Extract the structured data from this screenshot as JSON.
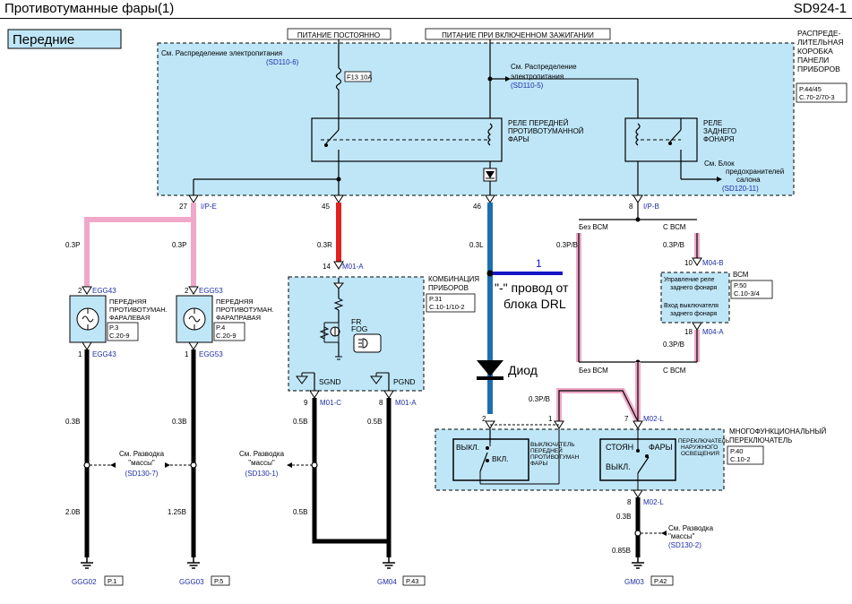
{
  "header": {
    "title": "Противотуманные фары(1)",
    "code": "SD924-1"
  },
  "section_label": "Передние",
  "top_labels": {
    "constant_power": "ПИТАНИЕ ПОСТОЯННО",
    "ignition_power": "ПИТАНИЕ ПРИ ВКЛЮЧЕННОМ ЗАЖИГАНИИ"
  },
  "ip_box": {
    "l1": "РАСПРЕДЕ-",
    "l2": "ЛИТЕЛЬНАЯ",
    "l3": "КОРОБКА",
    "l4": "ПАНЕЛИ",
    "l5": "ПРИБОРОВ",
    "ref1": "P.44/45",
    "ref2": "С.70-2/70-3",
    "see_power_a": "См. Распределение электропитания",
    "see_power_a_code": "(SD110-6)",
    "see_power_b1": "См. Распределение",
    "see_power_b2": "электропитания",
    "see_power_b_code": "(SD110-5)",
    "fuse": "F13 10A",
    "front_relay_1": "РЕЛЕ ПЕРЕДНЕЙ",
    "front_relay_2": "ПРОТИВОТУМАННОЙ",
    "front_relay_3": "ФАРЫ",
    "rear_relay_1": "РЕЛЕ",
    "rear_relay_2": "ЗАДНЕГО",
    "rear_relay_3": "ФОНАРЯ",
    "fuse_block_1": "См. Блок",
    "fuse_block_2": "предохранителей",
    "fuse_block_3": "салона",
    "fuse_block_code": "(SD120-11)"
  },
  "pins": {
    "p27": "27",
    "ipe": "I/P-E",
    "p45": "45",
    "p46": "46",
    "p8": "8",
    "ipb": "I/P-B",
    "p14": "14",
    "m01a": "M01-A",
    "p9": "9",
    "m01c": "M01-C",
    "p8b": "8",
    "m01a2": "M01-A",
    "p10": "10",
    "m04b": "M04-B",
    "p18": "18",
    "m04a": "M04-A",
    "p2": "2",
    "p1": "1",
    "p7": "7",
    "m02l": "M02-L",
    "p8c": "8",
    "m02l2": "M02-L",
    "e2a": "2",
    "egg43a": "EGG43",
    "e2b": "2",
    "egg53a": "EGG53",
    "e1a": "1",
    "egg43b": "EGG43",
    "e1b": "1",
    "egg53b": "EGG53"
  },
  "wires": {
    "w03p_a": "0.3P",
    "w03p_b": "0.3P",
    "w03r": "0.3R",
    "w03l": "0.3L",
    "w03pb_a": "0.3P/B",
    "w03pb_b": "0.3P/B",
    "w03pb_c": "0.3P/B",
    "w03pb_d": "0.3P/B",
    "w03b_a": "0.3B",
    "w03b_b": "0.3B",
    "w05b_a": "0.5B",
    "w05b_b": "0.5B",
    "w05b_c": "0.5B",
    "w20b": "2.0B",
    "w125b": "1.25B",
    "w03b_c": "0.3B",
    "w085b": "0.85B"
  },
  "branch": {
    "no_bcm_top": "Без ВСМ",
    "bcm_top": "С ВСМ",
    "no_bcm_bot": "Без ВСМ",
    "bcm_bot": "С ВСМ"
  },
  "bcm": {
    "name": "ВСМ",
    "ref1": "P.50",
    "ref2": "С.10-3/4",
    "ctrl1": "Управление реле",
    "ctrl2": "заднего фонаря",
    "in1": "Вход выключателя",
    "in2": "заднего фонаря"
  },
  "lamps": {
    "left_1": "ПЕРЕДНЯЯ",
    "left_2": "ПРОТИВОТУМАН.",
    "left_3": "ФАРАЛЕВАЯ",
    "left_ref1": "P.3",
    "left_ref2": "С.20-9",
    "right_1": "ПЕРЕДНЯЯ",
    "right_2": "ПРОТИВОТУМАН.",
    "right_3": "ФАРАПРАВАЯ",
    "right_ref1": "P.4",
    "right_ref2": "С.20-9"
  },
  "cluster": {
    "name1": "КОМБИНАЦИЯ",
    "name2": "ПРИБОРОВ",
    "ref1": "P.31",
    "ref2": "С.10-1/10-2",
    "fr": "FR",
    "fog": "FOG",
    "sgnd": "SGND",
    "pgnd": "PGND"
  },
  "annot": {
    "num": "1",
    "text1": "\"-\" провод от",
    "text2": "блока DRL",
    "diode": "Диод"
  },
  "multi": {
    "name1": "МНОГОФУНКЦИОНАЛЬНЫЙ",
    "name2": "ПЕРЕКЛЮЧАТЕЛЬ",
    "ref1": "P.40",
    "ref2": "С.10-2",
    "off": "ВЫКЛ.",
    "on": "ВКЛ.",
    "fog_sw1": "ВЫКЛЮЧАТЕЛЬ",
    "fog_sw2": "ПЕРЕДНЕЙ",
    "fog_sw3": "ПРОТИВОТУМАН",
    "fog_sw4": "ФАРЫ",
    "park": "СТОЯН",
    "head": "ФАРЫ",
    "off2": "ВЫКЛ.",
    "lt_sw1": "ПЕРЕКЛЮЧАТЕЛЬ",
    "lt_sw2": "НАРУЖНОГО",
    "lt_sw3": "ОСВЕЩЕНИЯ"
  },
  "ground": {
    "see1": "См. Разводка",
    "see2": "\"массы\"",
    "code1": "(SD130-7)",
    "see3": "См. Разводка",
    "see4": "\"массы\"",
    "code2": "(SD130-1)",
    "see5": "См. Разводка",
    "see6": "\"массы\"",
    "code3": "(SD130-2)",
    "g1": "GGG02",
    "g1p": "P.1",
    "g2": "GGG03",
    "g2p": "P.5",
    "g3": "GM04",
    "g3p": "P.43",
    "g4": "GM03",
    "g4p": "P.42"
  },
  "colors": {
    "box_fill": "#bfe6f7",
    "pink": "#f0a8c8",
    "red": "#e32020",
    "blue": "#1e6fb0",
    "annot": "#1515c8",
    "code": "#1e2ea8"
  }
}
